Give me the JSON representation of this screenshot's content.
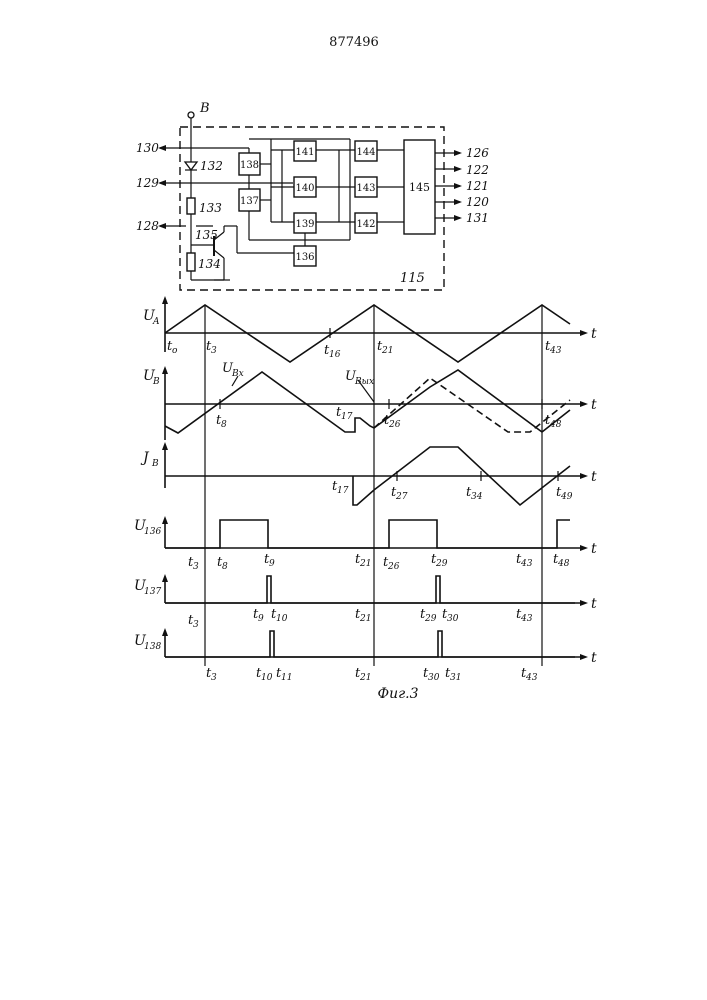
{
  "document": {
    "patent_number": "877496",
    "figure_caption": "Фиг.3"
  },
  "circuit": {
    "block_label": "115",
    "input_terminal": "B",
    "left_outputs": [
      "130",
      "129",
      "128"
    ],
    "right_outputs": [
      "126",
      "122",
      "121",
      "120",
      "131"
    ],
    "components": {
      "diode": "132",
      "resistor_upper": "133",
      "resistor_lower": "134",
      "transistor": "135",
      "block_136": "136",
      "block_137": "137",
      "block_138": "138",
      "block_139": "139",
      "block_140": "140",
      "block_141": "141",
      "block_142": "142",
      "block_143": "143",
      "block_144": "144",
      "block_145": "145"
    }
  },
  "timing": {
    "time_axis_label": "t",
    "UA": {
      "ylabel": "U",
      "sub": "A",
      "ticks": [
        "t",
        "t",
        "t",
        "t"
      ],
      "tick_subs": [
        "o",
        "3",
        "16",
        "21",
        "43"
      ]
    },
    "UB": {
      "ylabel": "U",
      "sub": "B",
      "ann_in": "U",
      "ann_in_sub": "Bx",
      "ann_out": "U",
      "ann_out_sub": "Bых",
      "tick_subs": [
        "8",
        "17",
        "26",
        "48"
      ]
    },
    "JB": {
      "ylabel": "J",
      "sub": "B",
      "tick_subs": [
        "17",
        "27",
        "34",
        "49"
      ]
    },
    "U136": {
      "ylabel": "U",
      "sub": "136",
      "tick_subs": [
        "3",
        "8",
        "9",
        "21",
        "26",
        "29",
        "43",
        "48"
      ]
    },
    "U137": {
      "ylabel": "U",
      "sub": "137",
      "tick_subs": [
        "3",
        "9",
        "10",
        "21",
        "29",
        "30",
        "43"
      ]
    },
    "U138": {
      "ylabel": "U",
      "sub": "138",
      "tick_subs": [
        "3",
        "10",
        "11",
        "21",
        "30",
        "31",
        "43"
      ]
    }
  }
}
